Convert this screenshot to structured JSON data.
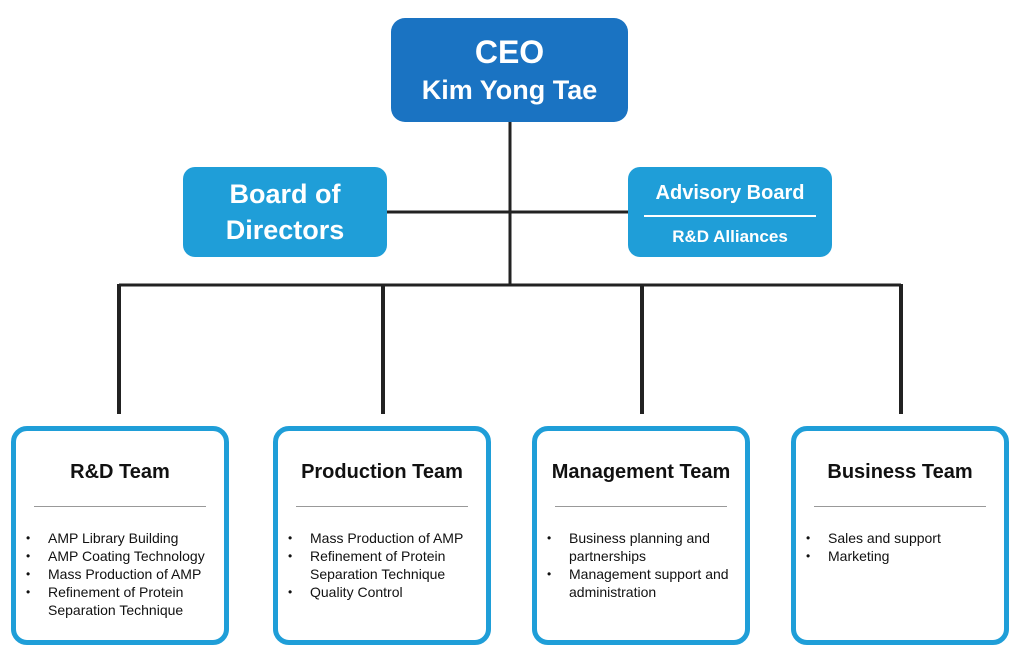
{
  "ceo": {
    "title": "CEO",
    "name": "Kim Yong Tae"
  },
  "board": {
    "label": "Board of\nDirectors",
    "line1": "Board of",
    "line2": "Directors"
  },
  "advisory": {
    "title": "Advisory Board",
    "subtitle": "R&D Alliances"
  },
  "teams": [
    {
      "title": "R&D Team",
      "items": [
        "AMP Library Building",
        "AMP Coating Technology",
        "Mass Production of AMP",
        "Refinement of Protein Separation Technique"
      ]
    },
    {
      "title": "Production Team",
      "items": [
        "Mass Production of AMP",
        "Refinement of Protein Separation Technique",
        "Quality Control"
      ]
    },
    {
      "title": "Management Team",
      "items": [
        "Business planning and partnerships",
        "Management support and administration"
      ]
    },
    {
      "title": "Business Team",
      "items": [
        "Sales and support",
        "Marketing"
      ]
    }
  ],
  "colors": {
    "ceo": "#1a73c2",
    "secondary": "#1f9ed8",
    "lines": "#222222"
  }
}
